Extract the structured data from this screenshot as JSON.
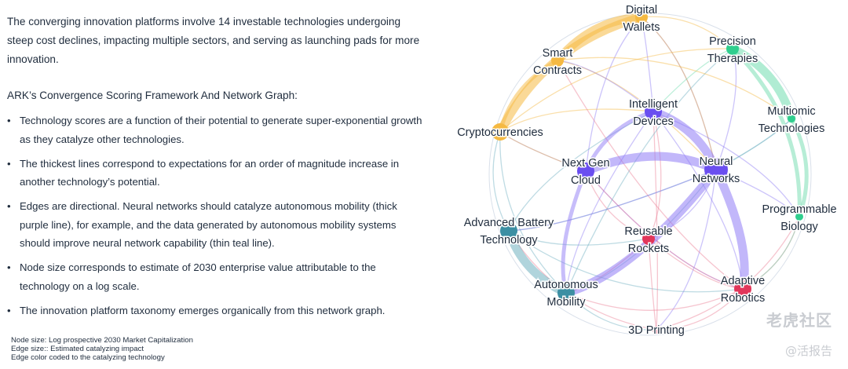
{
  "intro_text": "The converging innovation platforms involve 14 investable technologies undergoing steep cost declines, impacting multiple sectors, and serving as launching pads for more innovation.",
  "framework_title": "ARK’s Convergence Scoring Framework And Network Graph:",
  "bullets": [
    "Technology scores are a function of their potential to generate super-exponential growth as they catalyze other technologies.",
    "The thickest lines correspond to expectations for an order of magnitude increase in another technology’s potential.",
    "Edges are directional. Neural networks should catalyze autonomous mobility (thick purple line), for example, and the data generated by autonomous mobility systems should improve neural network capability (thin teal line).",
    "Node size corresponds to estimate of 2030 enterprise value attributable to the technology on a log scale.",
    "The innovation platform taxonomy emerges organically from this network graph."
  ],
  "footnotes": [
    "Node size: Log prospective 2030 Market Capitalization",
    "Edge size:: Estimated catalyzing impact",
    "Edge color coded to the catalyzing technology"
  ],
  "graph": {
    "nodes": [
      {
        "id": "digital-wallets",
        "label": [
          "Digital",
          "Wallets"
        ],
        "color": "#f5b942",
        "size": "small"
      },
      {
        "id": "precision-therapies",
        "label": [
          "Precision",
          "Therapies"
        ],
        "color": "#2fce8e",
        "size": "small"
      },
      {
        "id": "smart-contracts",
        "label": [
          "Smart",
          "Contracts"
        ],
        "color": "#f5b942",
        "size": "small"
      },
      {
        "id": "intelligent-devices",
        "label": [
          "Intelligent",
          "Devices"
        ],
        "color": "#6a4ef0",
        "size": "medium"
      },
      {
        "id": "multiomic-technologies",
        "label": [
          "Multiomic",
          "Technologies"
        ],
        "color": "#2fce8e",
        "size": "tiny"
      },
      {
        "id": "cryptocurrencies",
        "label": [
          "Cryptocurrencies"
        ],
        "color": "#f5b942",
        "size": "medium"
      },
      {
        "id": "next-gen-cloud",
        "label": [
          "Next Gen",
          "Cloud"
        ],
        "color": "#6a4ef0",
        "size": "medium"
      },
      {
        "id": "neural-networks",
        "label": [
          "Neural",
          "Networks"
        ],
        "color": "#6a4ef0",
        "size": "large"
      },
      {
        "id": "programmable-biology",
        "label": [
          "Programmable",
          "Biology"
        ],
        "color": "#2fce8e",
        "size": "tiny"
      },
      {
        "id": "advanced-battery-technology",
        "label": [
          "Advanced Battery",
          "Technology"
        ],
        "color": "#3c8fa3",
        "size": "medium"
      },
      {
        "id": "reusable-rockets",
        "label": [
          "Reusable",
          "Rockets"
        ],
        "color": "#e2365a",
        "size": "small"
      },
      {
        "id": "autonomous-mobility",
        "label": [
          "Autonomous",
          "Mobility"
        ],
        "color": "#3c8fa3",
        "size": "medium"
      },
      {
        "id": "adaptive-robotics",
        "label": [
          "Adaptive",
          "Robotics"
        ],
        "color": "#e2365a",
        "size": "medium"
      },
      {
        "id": "3d-printing",
        "label": [
          "3D Printing"
        ],
        "color": "#e2365a",
        "size": "tiny"
      }
    ],
    "edges": [
      {
        "from": "cryptocurrencies",
        "to": "digital-wallets",
        "weight": "heavy",
        "color": "#f5b942"
      },
      {
        "from": "smart-contracts",
        "to": "digital-wallets",
        "weight": "heavy",
        "color": "#f5b942"
      },
      {
        "from": "cryptocurrencies",
        "to": "smart-contracts",
        "weight": "medium",
        "color": "#f5b942"
      },
      {
        "from": "neural-networks",
        "to": "autonomous-mobility",
        "weight": "heavy",
        "color": "#8f7cf5"
      },
      {
        "from": "neural-networks",
        "to": "adaptive-robotics",
        "weight": "heavy",
        "color": "#8f7cf5"
      },
      {
        "from": "neural-networks",
        "to": "intelligent-devices",
        "weight": "heavy",
        "color": "#8f7cf5"
      },
      {
        "from": "next-gen-cloud",
        "to": "neural-networks",
        "weight": "heavy",
        "color": "#8f7cf5"
      },
      {
        "from": "precision-therapies",
        "to": "multiomic-technologies",
        "weight": "heavy",
        "color": "#6fdcae"
      },
      {
        "from": "precision-therapies",
        "to": "programmable-biology",
        "weight": "medium",
        "color": "#6fdcae"
      },
      {
        "from": "multiomic-technologies",
        "to": "programmable-biology",
        "weight": "medium",
        "color": "#6fdcae"
      },
      {
        "from": "advanced-battery-technology",
        "to": "autonomous-mobility",
        "weight": "heavy",
        "color": "#6fb0c0"
      },
      {
        "from": "neural-networks",
        "to": "programmable-biology",
        "weight": "light",
        "color": "#8f7cf5"
      },
      {
        "from": "neural-networks",
        "to": "precision-therapies",
        "weight": "light",
        "color": "#8f7cf5"
      },
      {
        "from": "neural-networks",
        "to": "multiomic-technologies",
        "weight": "light",
        "color": "#8f7cf5"
      },
      {
        "from": "intelligent-devices",
        "to": "next-gen-cloud",
        "weight": "medium",
        "color": "#8f7cf5"
      },
      {
        "from": "intelligent-devices",
        "to": "autonomous-mobility",
        "weight": "light",
        "color": "#8f7cf5"
      },
      {
        "from": "next-gen-cloud",
        "to": "autonomous-mobility",
        "weight": "medium",
        "color": "#8f7cf5"
      },
      {
        "from": "next-gen-cloud",
        "to": "adaptive-robotics",
        "weight": "light",
        "color": "#8f7cf5"
      },
      {
        "from": "next-gen-cloud",
        "to": "cryptocurrencies",
        "weight": "light",
        "color": "#8f7cf5"
      },
      {
        "from": "next-gen-cloud",
        "to": "digital-wallets",
        "weight": "light",
        "color": "#8f7cf5"
      },
      {
        "from": "neural-networks",
        "to": "digital-wallets",
        "weight": "light",
        "color": "#8f7cf5"
      },
      {
        "from": "intelligent-devices",
        "to": "digital-wallets",
        "weight": "light",
        "color": "#8f7cf5"
      },
      {
        "from": "neural-networks",
        "to": "3d-printing",
        "weight": "light",
        "color": "#8f7cf5"
      },
      {
        "from": "autonomous-mobility",
        "to": "neural-networks",
        "weight": "light",
        "color": "#6fb0c0"
      },
      {
        "from": "advanced-battery-technology",
        "to": "neural-networks",
        "weight": "light",
        "color": "#6fb0c0"
      },
      {
        "from": "advanced-battery-technology",
        "to": "adaptive-robotics",
        "weight": "light",
        "color": "#6fb0c0"
      },
      {
        "from": "advanced-battery-technology",
        "to": "reusable-rockets",
        "weight": "light",
        "color": "#6fb0c0"
      },
      {
        "from": "advanced-battery-technology",
        "to": "intelligent-devices",
        "weight": "light",
        "color": "#6fb0c0"
      },
      {
        "from": "advanced-battery-technology",
        "to": "cryptocurrencies",
        "weight": "light",
        "color": "#6fb0c0"
      },
      {
        "from": "autonomous-mobility",
        "to": "cryptocurrencies",
        "weight": "light",
        "color": "#6fb0c0"
      },
      {
        "from": "autonomous-mobility",
        "to": "3d-printing",
        "weight": "light",
        "color": "#6fb0c0"
      },
      {
        "from": "cryptocurrencies",
        "to": "intelligent-devices",
        "weight": "light",
        "color": "#f5b942"
      },
      {
        "from": "cryptocurrencies",
        "to": "next-gen-cloud",
        "weight": "light",
        "color": "#f5b942"
      },
      {
        "from": "smart-contracts",
        "to": "neural-networks",
        "weight": "light",
        "color": "#f5b942"
      },
      {
        "from": "digital-wallets",
        "to": "precision-therapies",
        "weight": "light",
        "color": "#f5b942"
      },
      {
        "from": "digital-wallets",
        "to": "neural-networks",
        "weight": "light",
        "color": "#f5b942"
      },
      {
        "from": "reusable-rockets",
        "to": "autonomous-mobility",
        "weight": "light",
        "color": "#ec7e95"
      },
      {
        "from": "reusable-rockets",
        "to": "3d-printing",
        "weight": "light",
        "color": "#ec7e95"
      },
      {
        "from": "reusable-rockets",
        "to": "next-gen-cloud",
        "weight": "light",
        "color": "#ec7e95"
      },
      {
        "from": "reusable-rockets",
        "to": "intelligent-devices",
        "weight": "light",
        "color": "#ec7e95"
      },
      {
        "from": "reusable-rockets",
        "to": "adaptive-robotics",
        "weight": "light",
        "color": "#ec7e95"
      },
      {
        "from": "3d-printing",
        "to": "adaptive-robotics",
        "weight": "light",
        "color": "#ec7e95"
      },
      {
        "from": "3d-printing",
        "to": "advanced-battery-technology",
        "weight": "light",
        "color": "#ec7e95"
      },
      {
        "from": "3d-printing",
        "to": "intelligent-devices",
        "weight": "light",
        "color": "#ec7e95"
      },
      {
        "from": "3d-printing",
        "to": "programmable-biology",
        "weight": "light",
        "color": "#ec7e95"
      },
      {
        "from": "adaptive-robotics",
        "to": "autonomous-mobility",
        "weight": "light",
        "color": "#ec7e95"
      },
      {
        "from": "adaptive-robotics",
        "to": "next-gen-cloud",
        "weight": "light",
        "color": "#ec7e95"
      },
      {
        "from": "adaptive-robotics",
        "to": "smart-contracts",
        "weight": "light",
        "color": "#ec7e95"
      },
      {
        "from": "adaptive-robotics",
        "to": "programmable-biology",
        "weight": "light",
        "color": "#ec7e95"
      },
      {
        "from": "multiomic-technologies",
        "to": "neural-networks",
        "weight": "light",
        "color": "#6fdcae"
      },
      {
        "from": "programmable-biology",
        "to": "adaptive-robotics",
        "weight": "light",
        "color": "#6fdcae"
      },
      {
        "from": "precision-therapies",
        "to": "intelligent-devices",
        "weight": "light",
        "color": "#6fdcae"
      },
      {
        "from": "intelligent-devices",
        "to": "smart-contracts",
        "weight": "light",
        "color": "#8f7cf5"
      },
      {
        "from": "intelligent-devices",
        "to": "programmable-biology",
        "weight": "light",
        "color": "#8f7cf5"
      },
      {
        "from": "intelligent-devices",
        "to": "adaptive-robotics",
        "weight": "light",
        "color": "#8f7cf5"
      },
      {
        "from": "neural-networks",
        "to": "advanced-battery-technology",
        "weight": "light",
        "color": "#8f7cf5"
      },
      {
        "from": "neural-networks",
        "to": "reusable-rockets",
        "weight": "light",
        "color": "#8f7cf5"
      },
      {
        "from": "autonomous-mobility",
        "to": "precision-therapies",
        "weight": "light",
        "color": "#6fb0c0"
      },
      {
        "from": "cryptocurrencies",
        "to": "precision-therapies",
        "weight": "light",
        "color": "#f5b942"
      },
      {
        "from": "smart-contracts",
        "to": "multiomic-technologies",
        "weight": "light",
        "color": "#f5b942"
      }
    ]
  },
  "watermark": {
    "line1": "老虎社区",
    "line2": "@活报告"
  }
}
